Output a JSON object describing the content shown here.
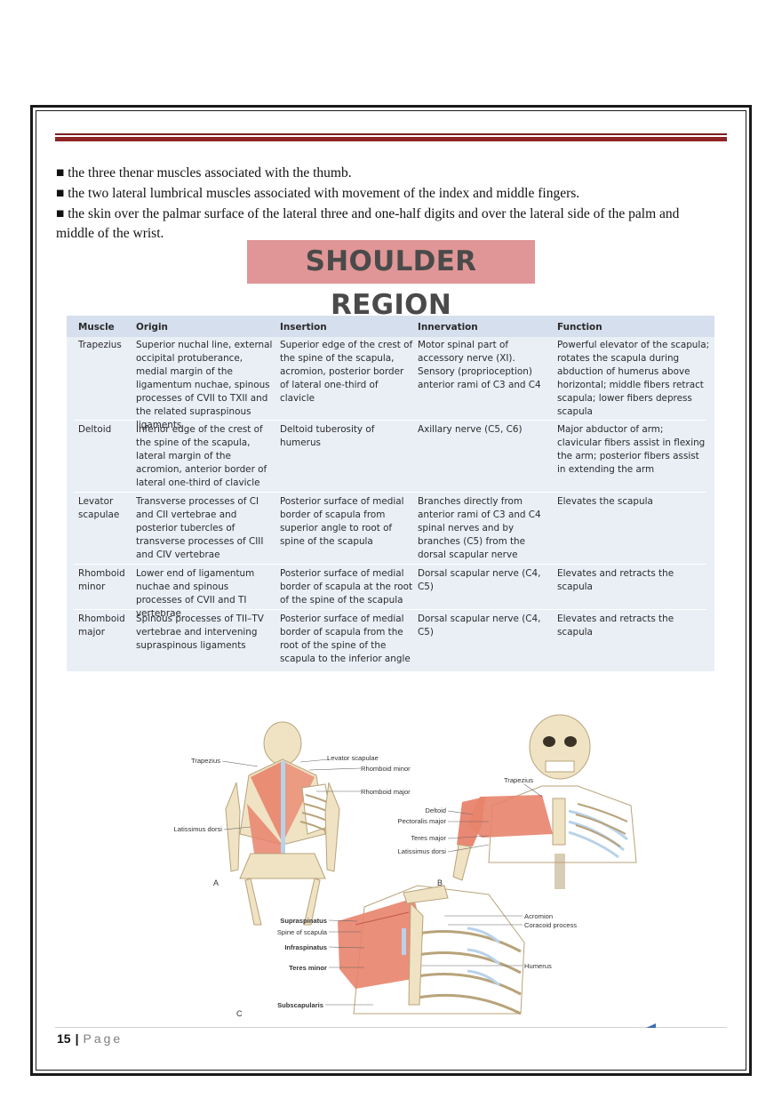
{
  "bullets": [
    "■ the three thenar muscles associated with the thumb.",
    "■ the two lateral lumbrical muscles associated with movement of the index and middle fingers.",
    "■ the skin over the palmar surface of the lateral three and one-half digits and over the lateral side of the palm and middle of the wrist."
  ],
  "heading": "SHOULDER REGION",
  "table": {
    "headers": [
      "Muscle",
      "Origin",
      "Insertion",
      "Innervation",
      "Function"
    ],
    "rows": [
      {
        "muscle": "Trapezius",
        "origin": "Superior nuchal line, external occipital protuberance, medial margin of the ligamentum nuchae, spinous processes of CVII to TXII and the related supraspinous ligaments",
        "insertion": "Superior edge of the crest of the spine of the scapula, acromion, posterior border of lateral one-third of clavicle",
        "innervation": "Motor spinal part of accessory nerve (XI). Sensory (proprioception) anterior rami of C3 and C4",
        "function": "Powerful elevator of the scapula; rotates the scapula during abduction of humerus above horizontal; middle fibers retract scapula; lower fibers depress scapula"
      },
      {
        "muscle": "Deltoid",
        "origin": "Inferior edge of the crest of the spine of the scapula, lateral margin of the acromion, anterior border of lateral one-third of clavicle",
        "insertion": "Deltoid tuberosity of humerus",
        "innervation": "Axillary nerve (C5, C6)",
        "function": "Major abductor of arm; clavicular fibers assist in flexing the arm; posterior fibers assist in extending the arm"
      },
      {
        "muscle": "Levator scapulae",
        "origin": "Transverse processes of CI and CII vertebrae and posterior tubercles of transverse processes of CIII and CIV vertebrae",
        "insertion": "Posterior surface of medial border of scapula from superior angle to root of spine of the scapula",
        "innervation": "Branches directly from anterior rami of C3 and C4 spinal nerves and by branches (C5) from the dorsal scapular nerve",
        "function": "Elevates the scapula"
      },
      {
        "muscle": "Rhomboid minor",
        "origin": "Lower end of ligamentum nuchae and spinous processes of CVII and TI vertebrae",
        "insertion": "Posterior surface of medial border of scapula at the root of the spine of the scapula",
        "innervation": "Dorsal scapular nerve (C4, C5)",
        "function": "Elevates and retracts the scapula"
      },
      {
        "muscle": "Rhomboid major",
        "origin": "Spinous processes of TII–TV vertebrae and intervening supraspinous ligaments",
        "insertion": "Posterior surface of medial border of scapula from the root of the spine of the scapula to the inferior angle",
        "innervation": "Dorsal scapular nerve (C4, C5)",
        "function": "Elevates and retracts the scapula"
      }
    ]
  },
  "figure": {
    "panel_a": {
      "letter": "A",
      "labels": [
        "Trapezius",
        "Levator scapulae",
        "Rhomboid minor",
        "Rhomboid major",
        "Latissimus dorsi"
      ]
    },
    "panel_b": {
      "letter": "B",
      "labels": [
        "Trapezius",
        "Deltoid",
        "Pectoralis major",
        "Teres major",
        "Latissimus dorsi"
      ]
    },
    "panel_c": {
      "letter": "C",
      "labels": [
        "Supraspinatus",
        "Spine of scapula",
        "Infraspinatus",
        "Teres minor",
        "Subscapularis",
        "Acromion",
        "Coracoid process",
        "Humerus"
      ]
    }
  },
  "footer": {
    "page_number": "15",
    "separator": "|",
    "page_word": "Page"
  },
  "colors": {
    "rule": "#8e2424",
    "heading_bg": "#e09696",
    "table_bg": "#eaeff6",
    "table_header_bg": "#d6dfed",
    "muscle": "#e8836c",
    "bone": "#efe3c4",
    "cartilage": "#b9d2ea"
  }
}
